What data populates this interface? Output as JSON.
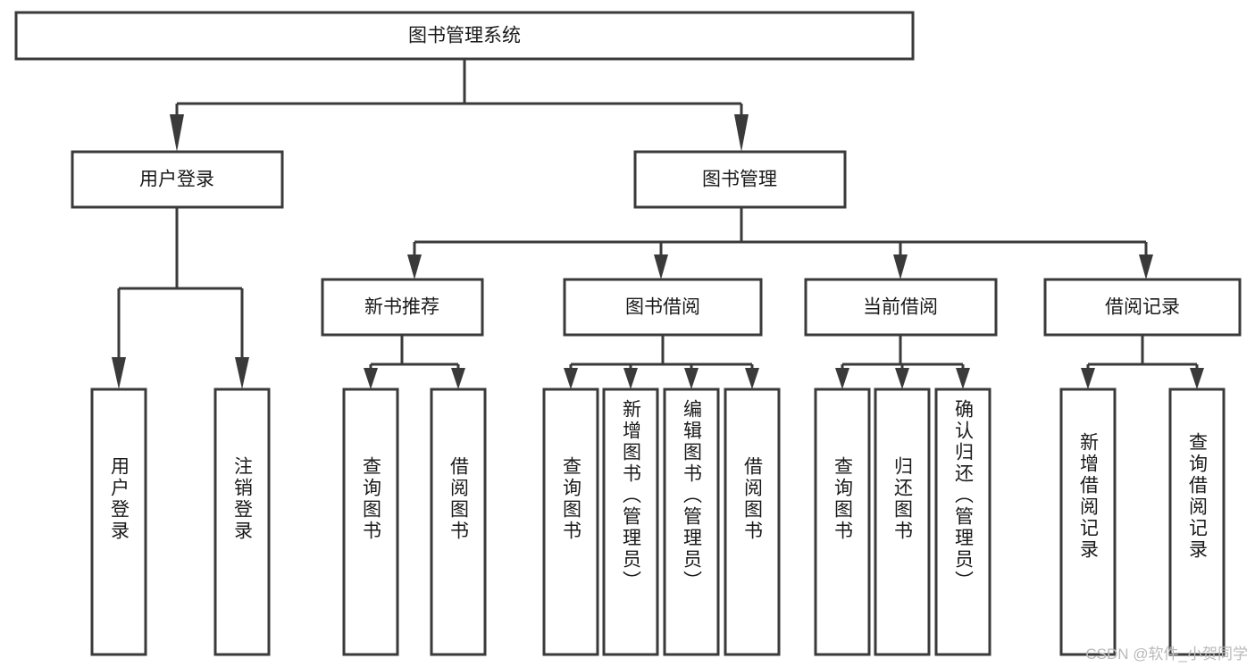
{
  "diagram": {
    "title": "图书管理系统",
    "type": "tree",
    "watermark": "CSDN @软件_小贺同学",
    "colors": {
      "box_stroke": "#3a3a3a",
      "box_fill": "#ffffff",
      "text": "#1a1a1a",
      "background": "#ffffff",
      "watermark": "#b9b9b9"
    },
    "levels": {
      "root": {
        "label": "图书管理系统"
      },
      "level2": [
        {
          "label": "用户登录"
        },
        {
          "label": "图书管理"
        }
      ],
      "level3": [
        {
          "label": "新书推荐"
        },
        {
          "label": "图书借阅"
        },
        {
          "label": "当前借阅"
        },
        {
          "label": "借阅记录"
        }
      ],
      "leaves": {
        "user_login": [
          {
            "label": "用户登录"
          },
          {
            "label": "注销登录"
          }
        ],
        "new_book_recommend": [
          {
            "label": "查询图书"
          },
          {
            "label": "借阅图书"
          }
        ],
        "book_borrow": [
          {
            "label": "查询图书"
          },
          {
            "label": "新增图书（管理员）"
          },
          {
            "label": "编辑图书（管理员）"
          },
          {
            "label": "借阅图书"
          }
        ],
        "current_borrow": [
          {
            "label": "查询图书"
          },
          {
            "label": "归还图书"
          },
          {
            "label": "确认归还（管理员）"
          }
        ],
        "borrow_record": [
          {
            "label": "新增借阅记录"
          },
          {
            "label": "查询借阅记录"
          }
        ]
      }
    }
  }
}
